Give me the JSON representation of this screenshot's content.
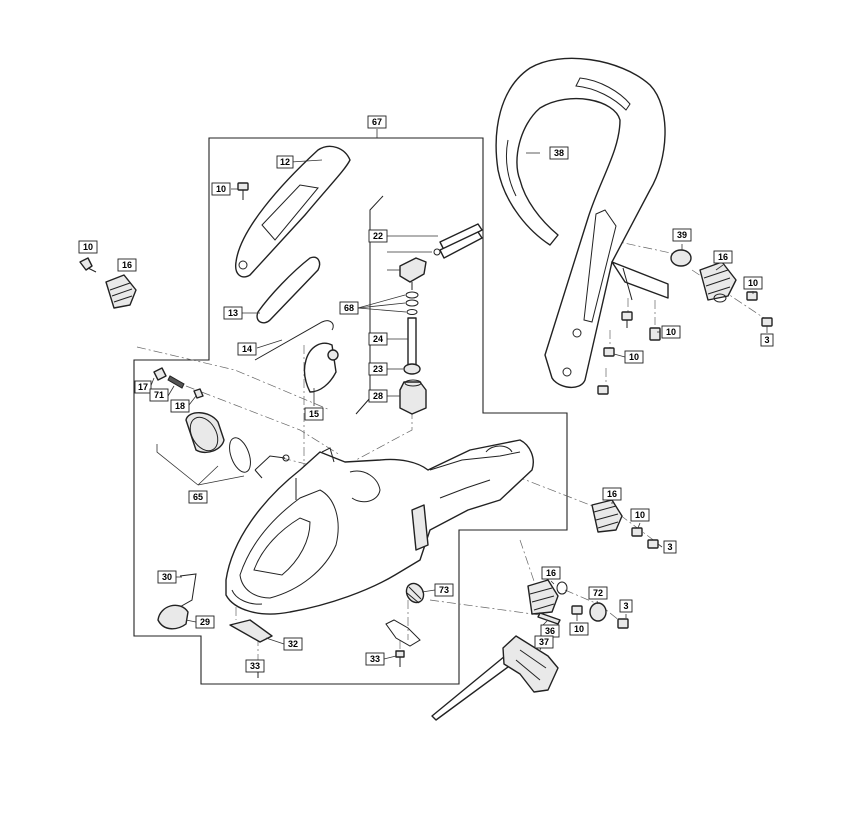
{
  "labels": {
    "l67": "67",
    "l12": "12",
    "l10a": "10",
    "l10b": "10",
    "l16a": "16",
    "l22": "22",
    "l68": "68",
    "l24": "24",
    "l23": "23",
    "l28": "28",
    "l13": "13",
    "l14": "14",
    "l15": "15",
    "l17": "17",
    "l71": "71",
    "l18": "18",
    "l65": "65",
    "l38": "38",
    "l39": "39",
    "l16b": "16",
    "l10c": "10",
    "l3a": "3",
    "l10d": "10",
    "l10e": "10",
    "l16c": "16",
    "l10f": "10",
    "l3b": "3",
    "l16d": "16",
    "l72": "72",
    "l3c": "3",
    "l73": "73",
    "l10g": "10",
    "l36": "36",
    "l37": "37",
    "l30": "30",
    "l29": "29",
    "l32": "32",
    "l33a": "33",
    "l33b": "33"
  }
}
